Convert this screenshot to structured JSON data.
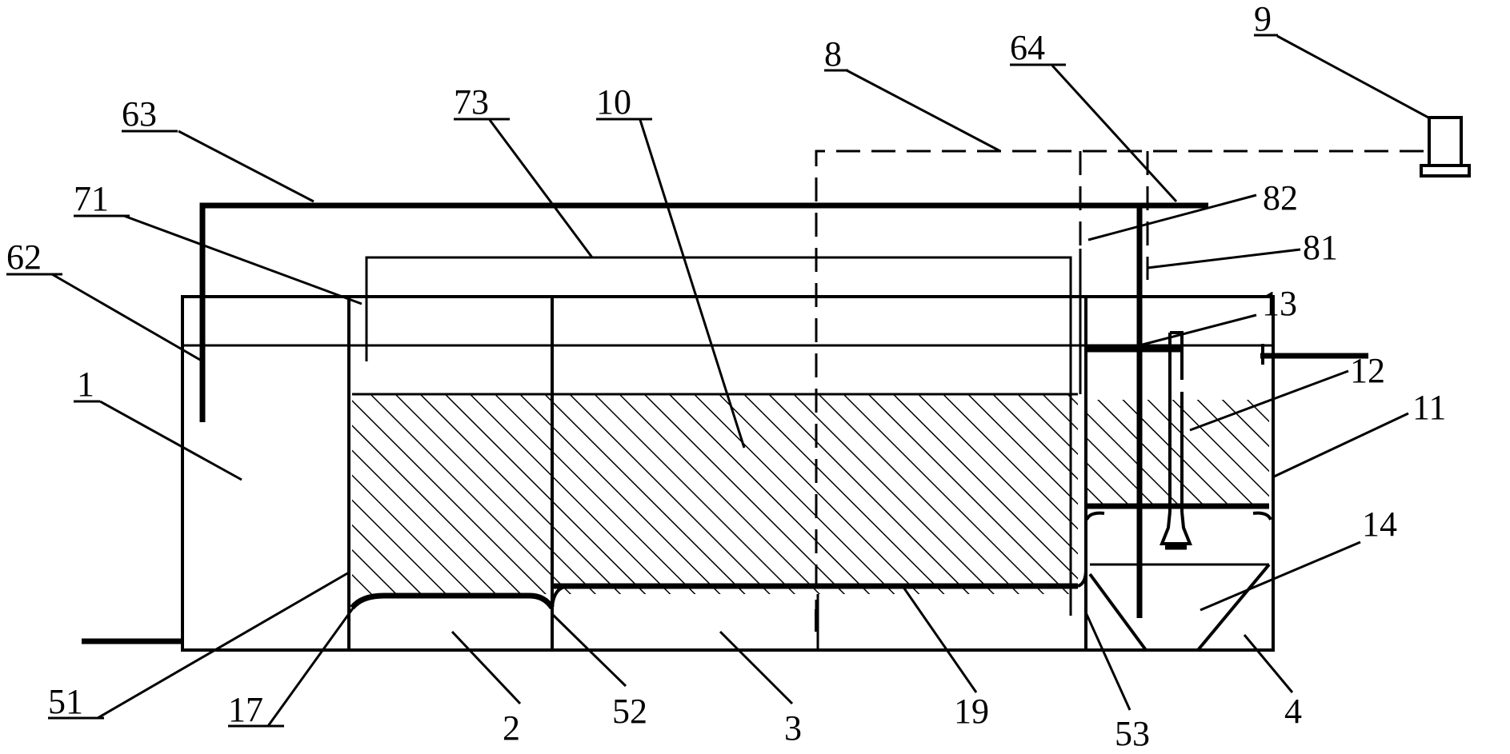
{
  "labels": {
    "l1": "1",
    "l2": "2",
    "l3": "3",
    "l4": "4",
    "l8": "8",
    "l9": "9",
    "l10": "10",
    "l11": "11",
    "l12": "12",
    "l13": "13",
    "l14": "14",
    "l17": "17",
    "l19": "19",
    "l51": "51",
    "l52": "52",
    "l53": "53",
    "l62": "62",
    "l63": "63",
    "l64": "64",
    "l71": "71",
    "l73": "73",
    "l81": "81",
    "l82": "82"
  }
}
